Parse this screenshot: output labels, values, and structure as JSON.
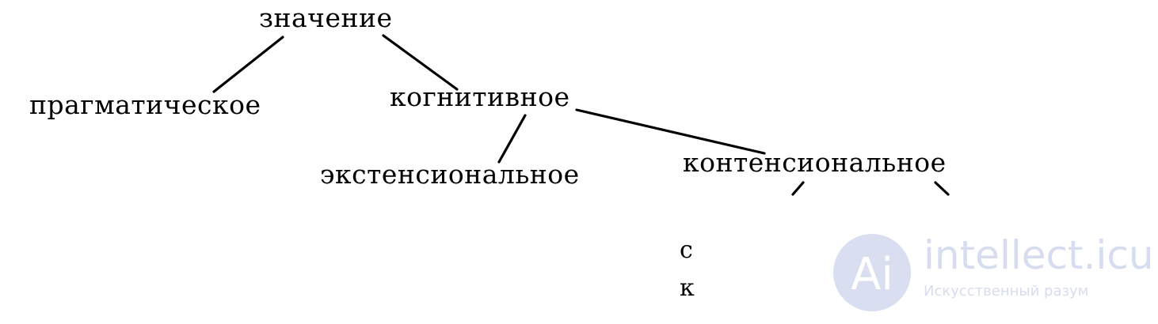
{
  "diagram": {
    "nodes": {
      "root": "значение",
      "pragmatic": "прагматическое",
      "cognitive": "когнитивное",
      "extensional": "экстенсиональное",
      "contensional": "контенсиональное",
      "leaf_c": "с",
      "leaf_k": "к"
    }
  },
  "watermark": {
    "logo_letters": "Ai",
    "title": "intellect.icu",
    "subtitle": "Искусственный разум"
  },
  "colors": {
    "text": "#000000",
    "lines": "#000000",
    "watermark": "#d7dcef",
    "background": "#ffffff"
  }
}
